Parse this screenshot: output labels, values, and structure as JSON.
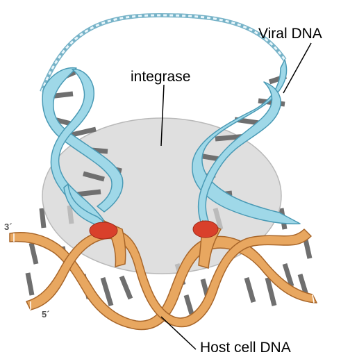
{
  "labels": {
    "viral_dna": "Viral DNA",
    "integrase": "integrase",
    "host_cell_dna": "Host cell DNA"
  },
  "strand_ends": {
    "three_prime": "3´",
    "five_prime": "5´"
  },
  "colors": {
    "viral_strand": "#9fd8e8",
    "viral_strand_edge": "#4a9ab5",
    "host_strand": "#e8a760",
    "host_strand_edge": "#a8662a",
    "integrase_fill": "#d4d4d4",
    "integrase_edge": "#b9b9b9",
    "base_pairs": "#6f6f6f",
    "active_site": "#d9402b"
  }
}
